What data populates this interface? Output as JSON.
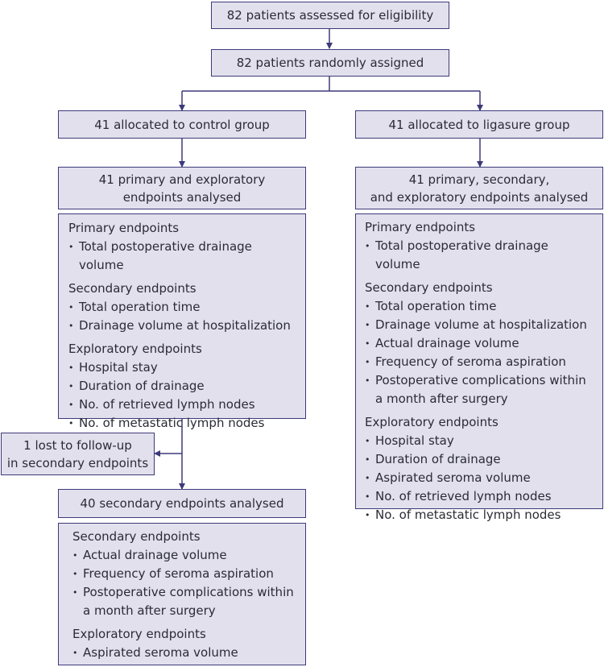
{
  "eligibility": "82 patients assessed for eligibility",
  "randomized": "82 patients randomly assigned",
  "control": {
    "allocated": "41 allocated to control group",
    "analysed_line1": "41 primary and exploratory",
    "analysed_line2": "endpoints analysed",
    "primary_title": "Primary endpoints",
    "primary": [
      "Total postoperative drainage volume"
    ],
    "secondary_title": "Secondary endpoints",
    "secondary": [
      "Total operation time",
      "Drainage volume at hospitalization"
    ],
    "exploratory_title": "Exploratory endpoints",
    "exploratory": [
      "Hospital stay",
      "Duration of drainage",
      "No. of retrieved lymph nodes",
      "No. of metastatic lymph nodes"
    ],
    "lost_line1": "1 lost to follow-up",
    "lost_line2": "in secondary endpoints",
    "secondary_analysed": "40 secondary endpoints analysed",
    "final_secondary_title": "Secondary endpoints",
    "final_secondary": [
      "Actual drainage volume",
      "Frequency of seroma aspiration",
      "Postoperative complications within a month after surgery"
    ],
    "final_exploratory_title": "Exploratory endpoints",
    "final_exploratory": [
      "Aspirated seroma volume"
    ]
  },
  "ligasure": {
    "allocated": "41 allocated to ligasure group",
    "analysed_line1": "41 primary, secondary,",
    "analysed_line2": "and exploratory endpoints analysed",
    "primary_title": "Primary endpoints",
    "primary": [
      "Total postoperative drainage volume"
    ],
    "secondary_title": "Secondary endpoints",
    "secondary": [
      "Total operation time",
      "Drainage volume at hospitalization",
      "Actual drainage volume",
      "Frequency of seroma aspiration",
      "Postoperative complications within a month after surgery"
    ],
    "exploratory_title": "Exploratory endpoints",
    "exploratory": [
      "Hospital stay",
      "Duration of drainage",
      "Aspirated seroma volume",
      "No. of retrieved lymph nodes",
      "No. of metastatic lymph nodes"
    ]
  },
  "colors": {
    "box_fill": "#e2e0ec",
    "border": "#3d3a7a",
    "arrow": "#3d3a7a"
  }
}
